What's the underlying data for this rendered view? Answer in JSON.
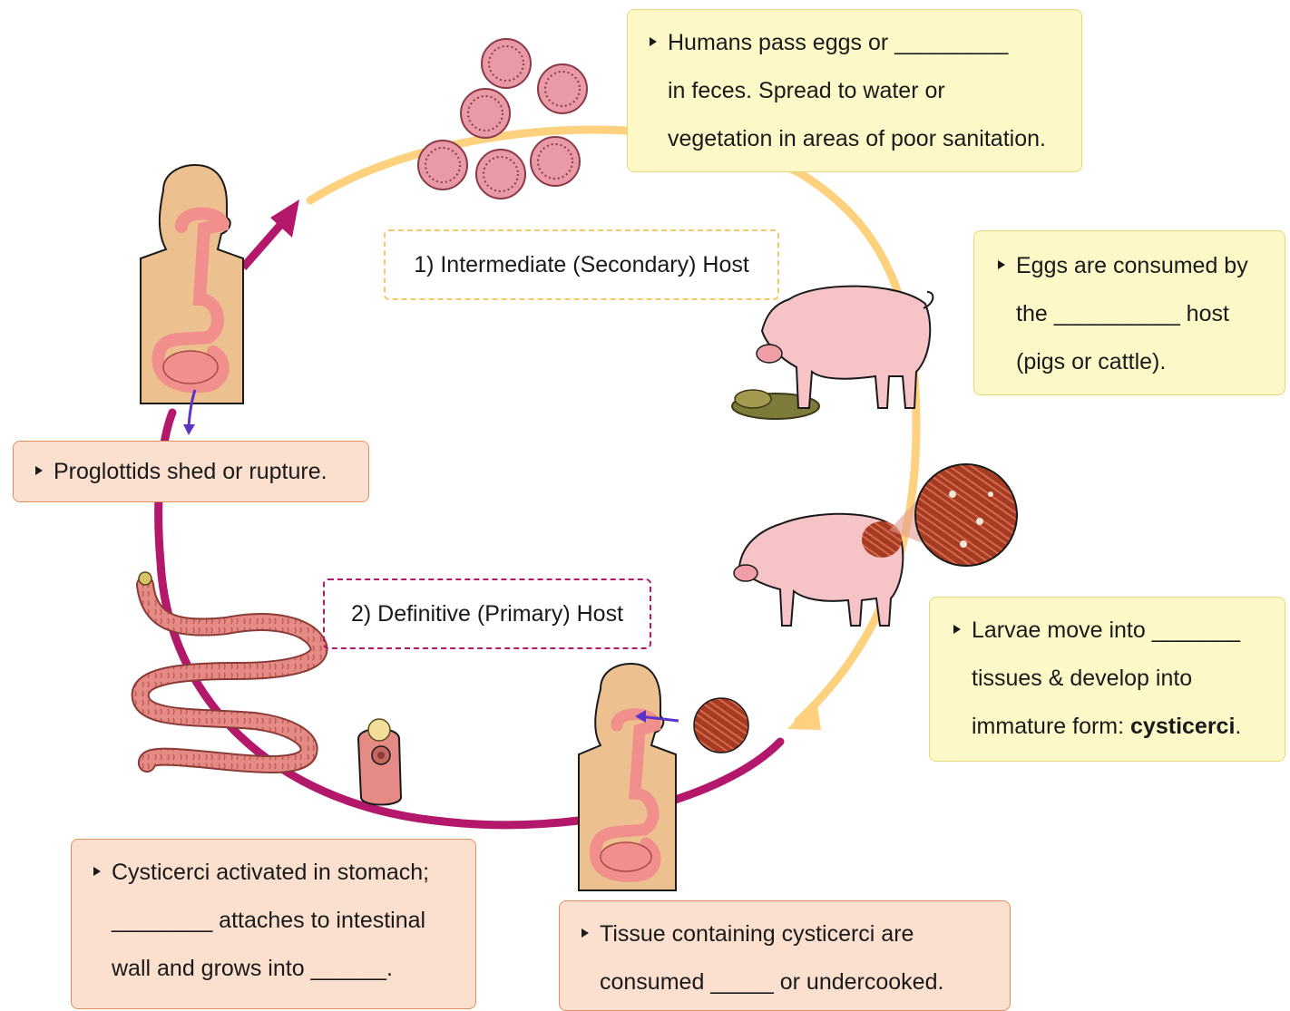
{
  "colors": {
    "intermediate_cycle": "#fdd17e",
    "definitive_cycle": "#b3186b",
    "yellow_box": "#fdf8c8",
    "peach_box": "#fbe0cf",
    "egg": "#e99aa6",
    "pig": "#f6c3c6",
    "muscle": "#b4412a",
    "body": "#edc08f",
    "gut": "#f08f8b",
    "tapeworm": "#e58b85"
  },
  "labels": {
    "intermediate": "1) Intermediate (Secondary) Host",
    "definitive": "2) Definitive (Primary) Host"
  },
  "boxes": {
    "eggs_passed": {
      "line1": "Humans pass eggs or _________",
      "line2": "in feces. Spread to water or",
      "line3": "vegetation in areas of poor sanitation."
    },
    "eggs_consumed": {
      "line1": "Eggs are consumed by",
      "line2": "the __________ host",
      "line3": "(pigs or cattle)."
    },
    "larvae": {
      "line1": "Larvae move into _______",
      "line2": "tissues & develop into",
      "line3_text": "immature form: ",
      "line3_bold": "cysticerci",
      "line3_end": "."
    },
    "tissue": {
      "line1": "Tissue containing cysticerci are",
      "line2": "consumed _____ or undercooked."
    },
    "cysticerci": {
      "line1": "Cysticerci activated in stomach;",
      "line2": "________ attaches to intestinal",
      "line3": "wall and grows into ______."
    },
    "proglottids": {
      "line1": "Proglottids shed or rupture."
    }
  },
  "icons": [
    "egg-icon",
    "pig-eating-icon",
    "pig-icon",
    "muscle-tissue-icon",
    "human-gut-icon",
    "tapeworm-icon",
    "scolex-icon"
  ]
}
